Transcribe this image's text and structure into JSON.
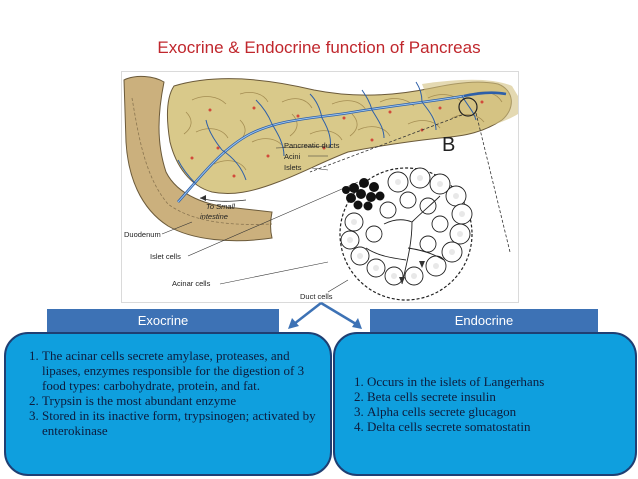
{
  "slide": {
    "title": "Exocrine & Endocrine function of Pancreas"
  },
  "figure": {
    "letter": "B",
    "labels": {
      "pancreatic_ducts": "Pancreatic ducts",
      "acini": "Acini",
      "islets": "Islets",
      "to_small_intestine_1": "To Small",
      "to_small_intestine_2": "intestine",
      "duodenum": "Duodenum",
      "islet_cells": "Islet cells",
      "acinar_cells": "Acinar cells",
      "duct_cells": "Duct cells"
    }
  },
  "exocrine": {
    "heading": "Exocrine",
    "items": [
      "The acinar cells secrete amylase, proteases, and lipases, enzymes responsible for the digestion of 3 food types: carbohydrate, protein, and fat.",
      "Trypsin is the most abundant enzyme",
      "Stored in its inactive form, trypsinogen; activated by enterokinase"
    ]
  },
  "endocrine": {
    "heading": "Endocrine",
    "items": [
      "Occurs in the islets of Langerhans",
      "Beta cells secrete insulin",
      "Alpha cells secrete glucagon",
      "Delta cells secrete somatostatin"
    ]
  },
  "colors": {
    "title": "#c0272d",
    "band": "#3d72b5",
    "box_fill": "#0f9fde",
    "box_border": "#1f3f73",
    "arrow": "#3d72b5",
    "pancreas_tissue": "#d9c98a"
  }
}
